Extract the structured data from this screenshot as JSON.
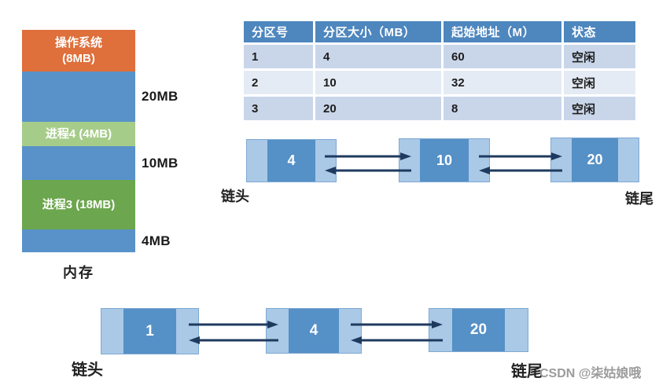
{
  "colors": {
    "os_orange": "#df6f3b",
    "free_blue": "#5892c9",
    "proc4_light_green": "#a6cc8a",
    "proc3_green": "#6ca64e",
    "table_header_blue": "#4e86be",
    "table_row_odd": "#c9d6ea",
    "table_row_even": "#e5ebf4",
    "node_mid_blue": "#5590c7",
    "node_side_light_blue": "#aac9e7",
    "arrow_navy": "#1f3a5f"
  },
  "memory_diagram": {
    "caption": "内存",
    "blocks": [
      {
        "kind": "os",
        "label_line1": "操作系统",
        "label_line2": "(8MB)"
      },
      {
        "kind": "free",
        "side_label": "20MB"
      },
      {
        "kind": "process",
        "label": "进程4 (4MB)"
      },
      {
        "kind": "free",
        "side_label": "10MB"
      },
      {
        "kind": "process",
        "label": "进程3 (18MB)"
      },
      {
        "kind": "free",
        "side_label": "4MB"
      }
    ]
  },
  "partition_table": {
    "headers": [
      "分区号",
      "分区大小（MB）",
      "起始地址（M）",
      "状态"
    ],
    "rows": [
      [
        "1",
        "4",
        "60",
        "空闲"
      ],
      [
        "2",
        "10",
        "32",
        "空闲"
      ],
      [
        "3",
        "20",
        "8",
        "空闲"
      ]
    ]
  },
  "list_top": {
    "head_label": "链头",
    "tail_label": "链尾",
    "nodes": [
      "4",
      "10",
      "20"
    ]
  },
  "list_bottom": {
    "head_label": "链头",
    "tail_label": "链尾",
    "nodes": [
      "1",
      "4",
      "20"
    ]
  },
  "watermark": "CSDN @柒姑娘哦"
}
